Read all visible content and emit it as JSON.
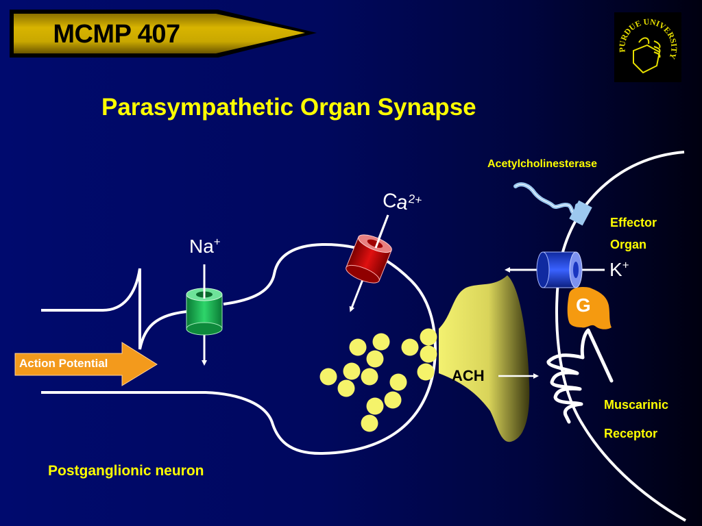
{
  "slide": {
    "course_badge": "MCMP 407",
    "title": "Parasympathetic Organ Synapse",
    "logo": {
      "icon": "purdue-university-seal-icon",
      "text": "PURDUE UNIVERSITY"
    }
  },
  "labels": {
    "action_potential": "Action Potential",
    "sodium": {
      "base": "Na",
      "charge": "+"
    },
    "calcium": {
      "base": "Ca",
      "charge": "2+"
    },
    "potassium": {
      "base": "K",
      "charge": "+"
    },
    "acetylcholinesterase": "Acetylcholinesterase",
    "effector_organ_line1": "Effector",
    "effector_organ_line2": "Organ",
    "ach": "ACH",
    "g_protein": "G",
    "muscarinic_line1": "Muscarinic",
    "muscarinic_line2": "Receptor",
    "postganglionic": "Postganglionic neuron"
  },
  "components": {
    "sodium_channel_color": "#1fa84a",
    "calcium_channel_color": "#c00000",
    "potassium_channel_color": "#1f3fd0",
    "g_protein_color": "#f59a10",
    "synaptic_cleft_color": "#f0ee70",
    "vesicle_color": "#f5f36a",
    "action_potential_arrow_color": "#f39a1c",
    "enzyme_color": "#9cc8ef",
    "vesicle_count": 15
  },
  "colors": {
    "background": "#000a6e",
    "badge_fill": "#d4b000",
    "label_yellow": "#ffff00"
  }
}
